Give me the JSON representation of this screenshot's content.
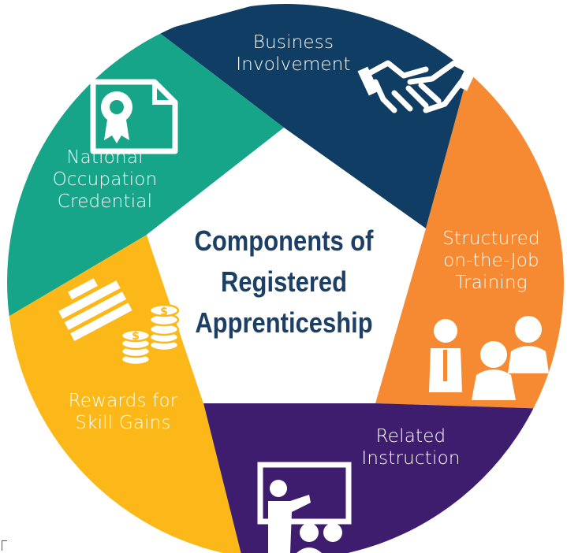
{
  "title_lines": [
    "Components of",
    "Registered",
    "Apprenticeship"
  ],
  "segments": [
    {
      "id": "business-involvement",
      "lines": [
        "Business",
        "Involvement"
      ],
      "color": "#0f3d63",
      "icon": "handshake-icon"
    },
    {
      "id": "structured-ojt",
      "lines": [
        "Structured",
        "on-the-Job",
        "Training"
      ],
      "color": "#f58a32",
      "icon": "people-group-icon"
    },
    {
      "id": "related-instruction",
      "lines": [
        "Related",
        "Instruction"
      ],
      "color": "#3f1d6e",
      "icon": "teacher-board-icon"
    },
    {
      "id": "rewards-skill-gains",
      "lines": [
        "Rewards for",
        "Skill Gains"
      ],
      "color": "#fbb818",
      "icon": "money-coins-icon"
    },
    {
      "id": "national-credential",
      "lines": [
        "National",
        "Occupation",
        "Credential"
      ],
      "color": "#17a589",
      "icon": "certificate-icon"
    }
  ],
  "colors": {
    "title": "#1c3f66",
    "center_fill": "#ffffff",
    "label_text": "#ffffff"
  }
}
